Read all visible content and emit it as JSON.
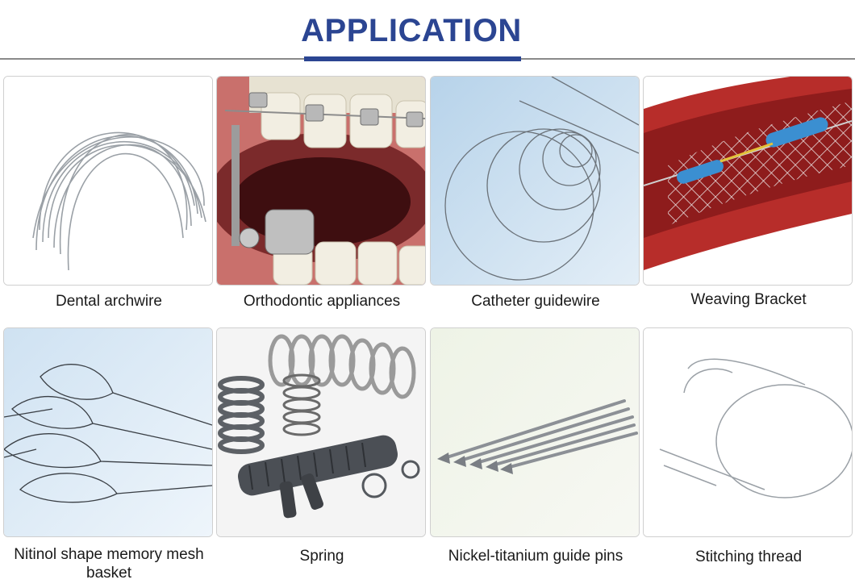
{
  "header": {
    "title": "APPLICATION"
  },
  "colors": {
    "accent": "#2b4592",
    "rule": "#8a8a8a"
  },
  "items": [
    {
      "label": "Dental archwire",
      "image": "dental-archwire-photo"
    },
    {
      "label": "Orthodontic appliances",
      "image": "orthodontic-braces-photo"
    },
    {
      "label": "Catheter guidewire",
      "image": "catheter-guidewire-photo"
    },
    {
      "label": "Weaving Bracket",
      "image": "stent-mesh-photo"
    },
    {
      "label": "Nitinol shape memory mesh basket",
      "image": "mesh-basket-photo"
    },
    {
      "label": "Spring",
      "image": "springs-photo"
    },
    {
      "label": "Nickel-titanium guide pins",
      "image": "guide-pins-photo"
    },
    {
      "label": "Stitching thread",
      "image": "stitching-thread-photo"
    }
  ]
}
